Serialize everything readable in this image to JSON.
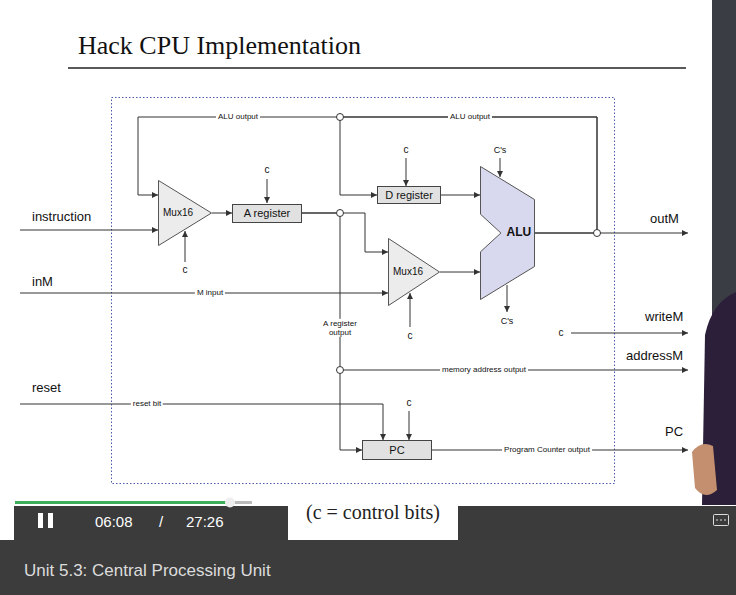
{
  "diagram": {
    "title": "Hack CPU Implementation",
    "caption": "(c = control bits)",
    "nodes": [
      {
        "text": [
          "Mux16"
        ]
      },
      {
        "text": [
          "A register"
        ]
      },
      {
        "text": [
          "D register"
        ]
      },
      {
        "text": [
          "Mux16"
        ]
      },
      {
        "text": [
          "ALU"
        ]
      },
      {
        "text": [
          "PC"
        ]
      }
    ],
    "edges": [
      {
        "from": 0,
        "to": 1,
        "arrow": "to"
      },
      {
        "from": 1,
        "to": 3,
        "arrow": "to"
      },
      {
        "from": 1,
        "to": 5,
        "arrow": "to"
      },
      {
        "from": 2,
        "to": 4,
        "arrow": "to"
      },
      {
        "from": 3,
        "to": 4,
        "arrow": "to"
      },
      {
        "from": 4,
        "to": 2,
        "label": "ALU output",
        "arrow": "to"
      },
      {
        "from": 4,
        "to": 0,
        "label": "ALU output",
        "arrow": "to"
      }
    ],
    "labels": [
      "instruction",
      "inM",
      "reset",
      "M input",
      "reset bit",
      "A register output",
      "memory address output",
      "Program Counter output",
      "outM",
      "writeM",
      "addressM",
      "PC",
      "c",
      "c",
      "c",
      "c",
      "C's",
      "C's",
      "c",
      "c",
      "06:08",
      "/",
      "27:26",
      "Unit 5.3: Central Processing Unit"
    ]
  }
}
